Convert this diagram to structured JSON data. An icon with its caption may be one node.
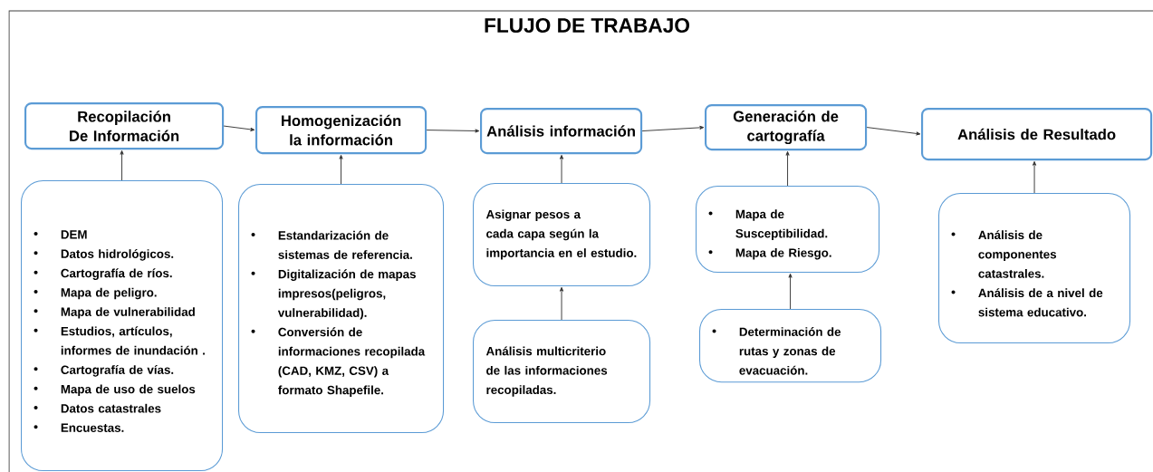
{
  "diagram": {
    "title": "FLUJO DE TRABAJO",
    "nodes": [
      {
        "text": [
          "Recopilación De Información"
        ]
      },
      {
        "text": [
          "Homogenización la información"
        ]
      },
      {
        "text": [
          "Análisis información"
        ]
      },
      {
        "text": [
          "Generación de cartografía"
        ]
      },
      {
        "text": [
          "Análisis de Resultado"
        ]
      },
      {
        "text": [
          "DEM",
          "Datos hidrológicos.",
          "Cartografía de ríos.",
          "Mapa de peligro.",
          "Mapa de vulnerabilidad",
          "Estudios, artículos, informes de inundación .",
          "Cartografía de vías.",
          "Mapa de uso de suelos",
          "Datos catastrales",
          "Encuestas."
        ]
      },
      {
        "text": [
          "Estandarización de sistemas de referencia.",
          "Digitalización de mapas impresos(peligros, vulnerabilidad).",
          "Conversión de informaciones recopilada (CAD, KMZ, CSV) a formato Shapefile."
        ]
      },
      {
        "text": [
          "Asignar pesos a cada capa según la importancia en el estudio."
        ]
      },
      {
        "text": [
          "Análisis multicriterio de las informaciones recopiladas."
        ]
      },
      {
        "text": [
          "Mapa de Susceptibilidad.",
          "Mapa de Riesgo."
        ]
      },
      {
        "text": [
          "Determinación de rutas y zonas de evacuación."
        ]
      },
      {
        "text": [
          "Análisis de componentes catastrales.",
          "Análisis de a nivel de sistema educativo."
        ]
      }
    ],
    "edges": [
      {
        "from": 0,
        "to": 1,
        "arrow": "to"
      },
      {
        "from": 1,
        "to": 2,
        "arrow": "to"
      },
      {
        "from": 2,
        "to": 3,
        "arrow": "to"
      },
      {
        "from": 3,
        "to": 4,
        "arrow": "to"
      },
      {
        "from": 5,
        "to": 0,
        "arrow": "to"
      },
      {
        "from": 6,
        "to": 1,
        "arrow": "to"
      },
      {
        "from": 7,
        "to": 2,
        "arrow": "to"
      },
      {
        "from": 8,
        "to": 7,
        "arrow": "to"
      },
      {
        "from": 9,
        "to": 3,
        "arrow": "to"
      },
      {
        "from": 10,
        "to": 9,
        "arrow": "to"
      },
      {
        "from": 11,
        "to": 4,
        "arrow": "to"
      }
    ]
  }
}
